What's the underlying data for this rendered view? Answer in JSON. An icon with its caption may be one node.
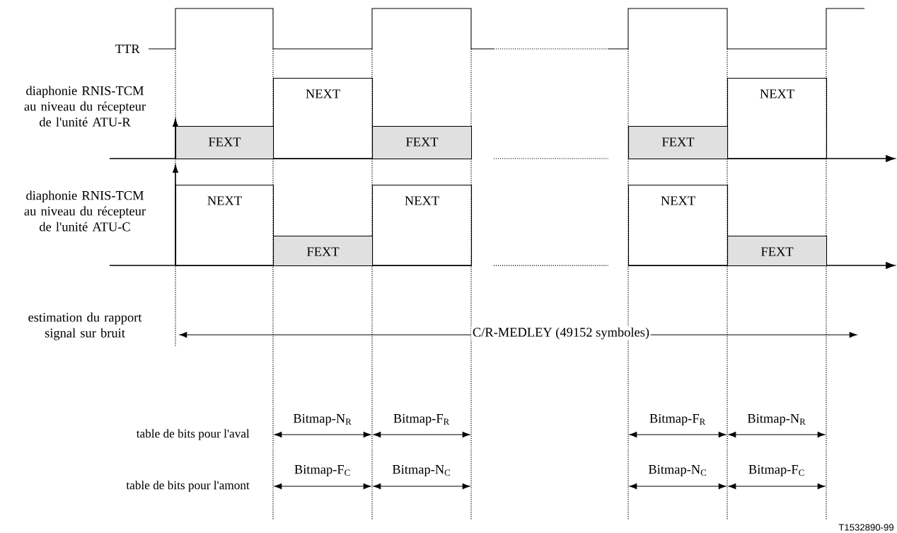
{
  "diagram": {
    "nodes": [
      {
        "text": [
          "FEXT"
        ]
      },
      {
        "text": [
          "NEXT"
        ]
      },
      {
        "text": [
          "FEXT"
        ]
      },
      {
        "text": [
          "FEXT"
        ]
      },
      {
        "text": [
          "NEXT"
        ]
      },
      {
        "text": [
          "NEXT"
        ]
      },
      {
        "text": [
          "FEXT"
        ]
      },
      {
        "text": [
          "NEXT"
        ]
      },
      {
        "text": [
          "NEXT"
        ]
      },
      {
        "text": [
          "FEXT"
        ]
      }
    ],
    "labels": [
      "TTR",
      "diaphonie RNIS-TCM au niveau du récepteur de l'unité ATU-R",
      "diaphonie RNIS-TCM au niveau du récepteur de l'unité ATU-C",
      "estimation du rapport signal sur bruit",
      "C/R-MEDLEY (49152 symboles)",
      "table de bits pour l'aval",
      "Bitmap-N$_{R}$",
      "Bitmap-F$_{R}$",
      "Bitmap-F$_{R}$",
      "Bitmap-N$_{R}$",
      "table de bits pour l'amont",
      "Bitmap-F$_{C}$",
      "Bitmap-N$_{C}$",
      "Bitmap-N$_{C}$",
      "Bitmap-F$_{C}$",
      "T1532890-99"
    ]
  }
}
